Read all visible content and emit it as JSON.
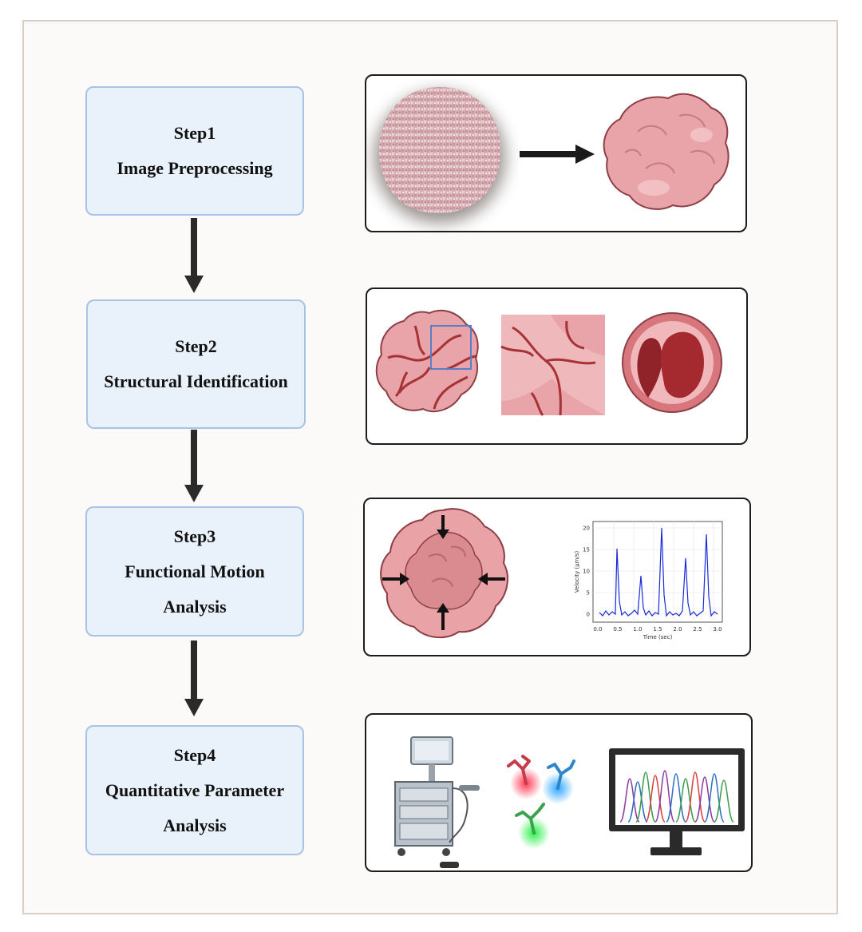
{
  "steps": [
    {
      "title": "Step1",
      "lines": [
        "Image Preprocessing"
      ]
    },
    {
      "title": "Step2",
      "lines": [
        "Structural Identification"
      ]
    },
    {
      "title": "Step3",
      "lines": [
        "Functional Motion",
        "Analysis"
      ]
    },
    {
      "title": "Step4",
      "lines": [
        "Quantitative Parameter",
        "Analysis"
      ]
    }
  ],
  "velocity_plot": {
    "ylabel": "Velocity (μm/s)",
    "xlabel": "Time (sec)",
    "xticks": [
      "0.0",
      "0.5",
      "1.0",
      "1.5",
      "2.0",
      "2.5",
      "3.0"
    ],
    "yticks": [
      "0",
      "5",
      "10",
      "15",
      "20"
    ]
  },
  "colors": {
    "step_fill": "#e9f1fb",
    "step_border": "#a9c3e3",
    "tissue": "#e8a4a8",
    "vessel": "#a63236",
    "signal": "#1a2ad8"
  }
}
